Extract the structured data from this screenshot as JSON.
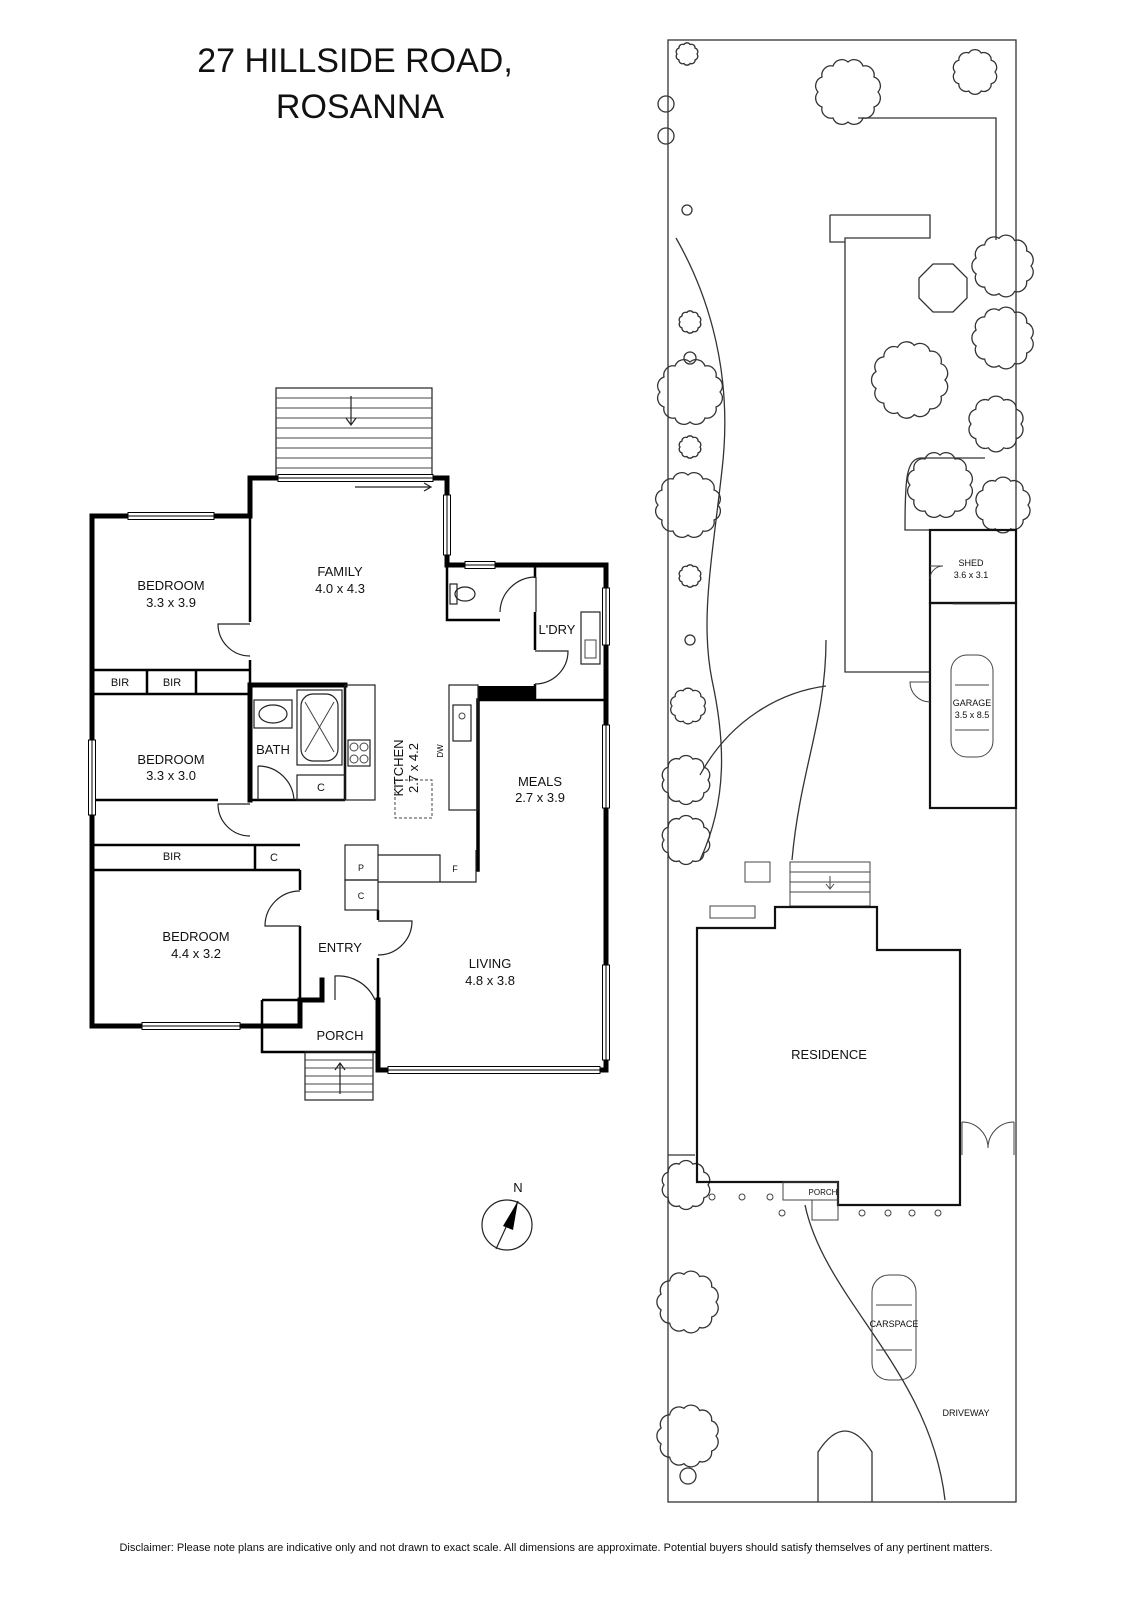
{
  "title": {
    "line1": "27 HILLSIDE ROAD,",
    "line2": "ROSANNA"
  },
  "floor_plan": {
    "rooms": {
      "bedroom1": {
        "name": "BEDROOM",
        "size": "3.3 x 3.9"
      },
      "family": {
        "name": "FAMILY",
        "size": "4.0 x 4.3"
      },
      "bedroom2": {
        "name": "BEDROOM",
        "size": "3.3 x 3.0"
      },
      "bath": {
        "name": "BATH"
      },
      "kitchen": {
        "name": "KITCHEN",
        "size": "2.7 x 4.2"
      },
      "meals": {
        "name": "MEALS",
        "size": "2.7 x 3.9"
      },
      "laundry": {
        "name": "L'DRY"
      },
      "bedroom3": {
        "name": "BEDROOM",
        "size": "4.4 x 3.2"
      },
      "entry": {
        "name": "ENTRY"
      },
      "living": {
        "name": "LIVING",
        "size": "4.8 x 3.8"
      },
      "porch": {
        "name": "PORCH"
      }
    },
    "fixtures": {
      "bir_1": "BIR",
      "bir_2": "BIR",
      "bir_3": "BIR",
      "cupboard_bath": "C",
      "cupboard_hall": "C",
      "pantry": "P",
      "cupboard_entry": "C",
      "fridge": "F",
      "dishwasher": "DW"
    }
  },
  "compass": {
    "label": "N"
  },
  "site_plan": {
    "shed": {
      "name": "SHED",
      "size": "3.6 x 3.1"
    },
    "garage": {
      "name": "GARAGE",
      "size": "3.5 x 8.5"
    },
    "residence": {
      "name": "RESIDENCE"
    },
    "porch": {
      "name": "PORCH"
    },
    "carspace": {
      "name": "CARSPACE"
    },
    "driveway": {
      "name": "DRIVEWAY"
    }
  },
  "disclaimer": "Disclaimer: Please note plans are indicative only and not drawn to exact scale. All dimensions are approximate. Potential buyers should satisfy themselves of any pertinent matters."
}
